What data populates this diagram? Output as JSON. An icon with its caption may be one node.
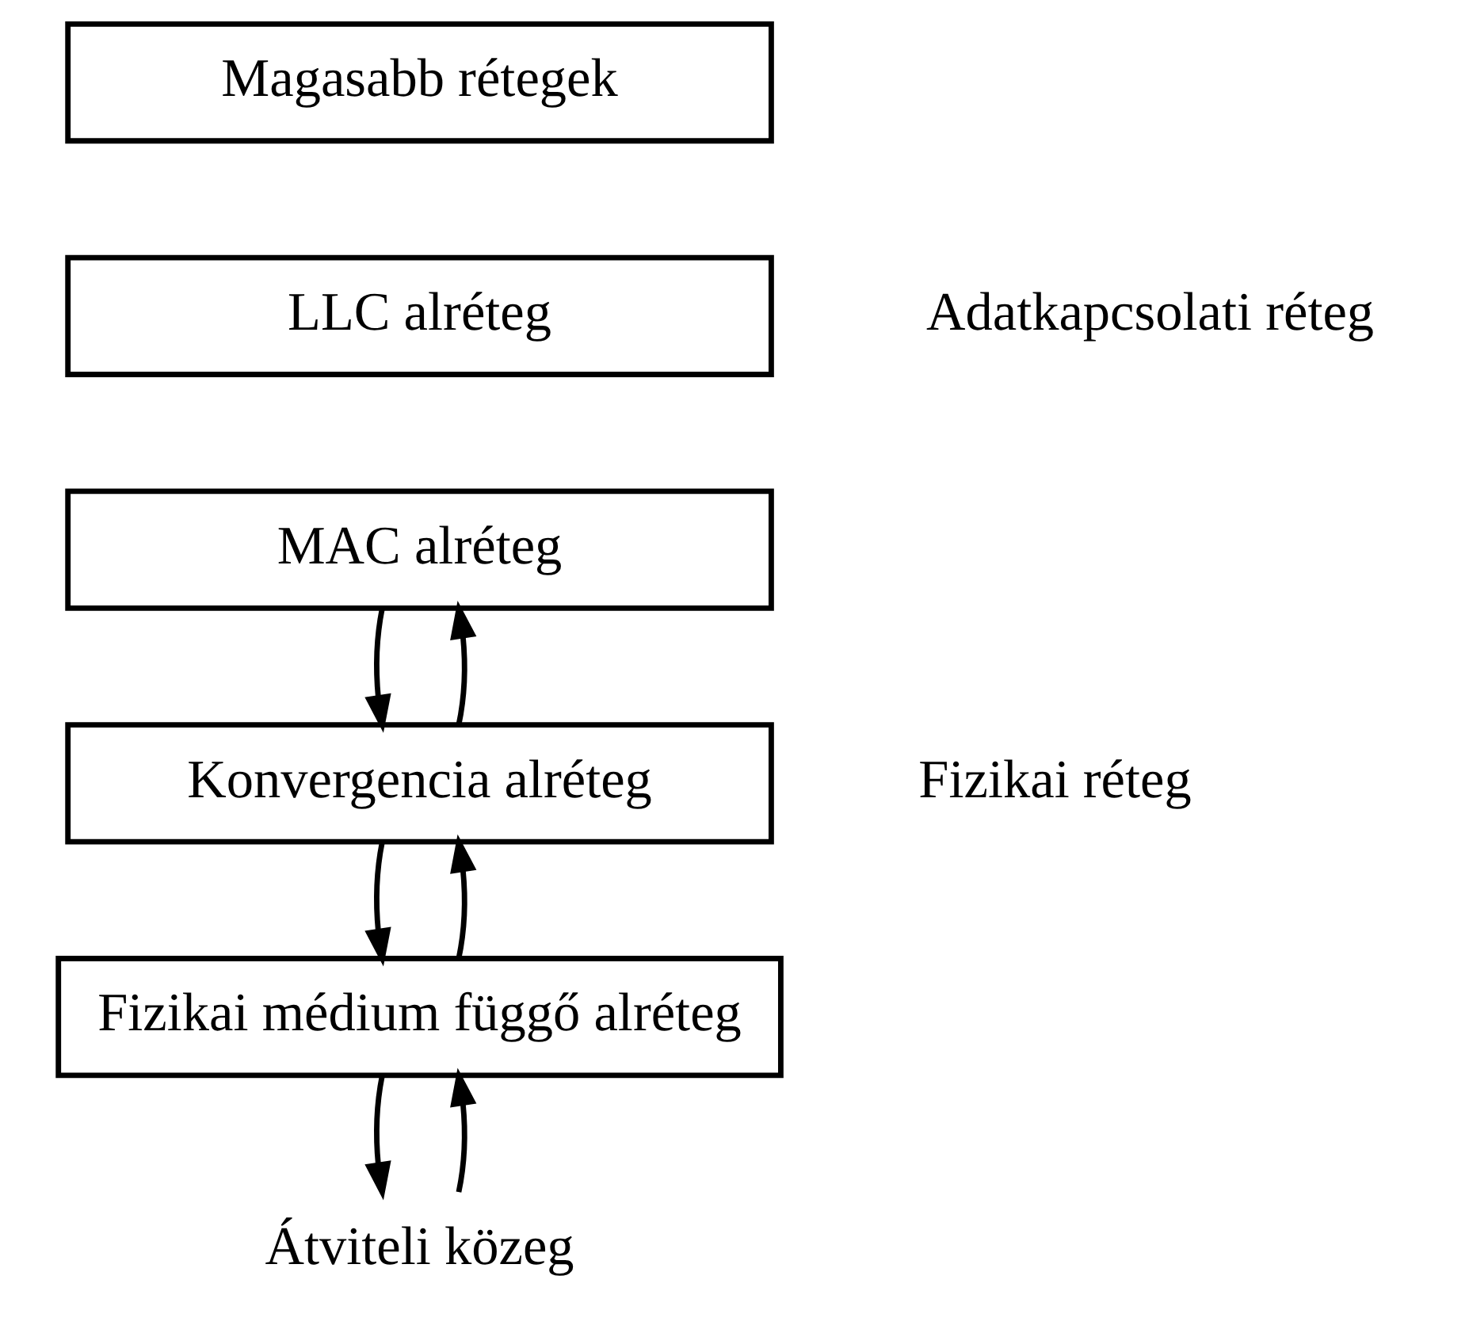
{
  "diagram": {
    "nodes": [
      {
        "text": [
          "Magasabb rétegek"
        ]
      },
      {
        "text": [
          "LLC alréteg"
        ]
      },
      {
        "text": [
          "MAC alréteg"
        ]
      },
      {
        "text": [
          "Konvergencia alréteg"
        ]
      },
      {
        "text": [
          "Fizikai médium függő alréteg"
        ]
      },
      {
        "text": [
          "Átviteli közeg"
        ]
      }
    ],
    "edges": [
      {
        "from": 2,
        "to": 3,
        "arrow": "to"
      },
      {
        "from": 3,
        "to": 2,
        "arrow": "to"
      },
      {
        "from": 3,
        "to": 4,
        "arrow": "to"
      },
      {
        "from": 4,
        "to": 3,
        "arrow": "to"
      },
      {
        "from": 4,
        "to": 5,
        "arrow": "to"
      },
      {
        "from": 5,
        "to": 4,
        "arrow": "to"
      }
    ],
    "labels": [
      "Adatkapcsolati réteg",
      "Fizikai réteg"
    ]
  }
}
